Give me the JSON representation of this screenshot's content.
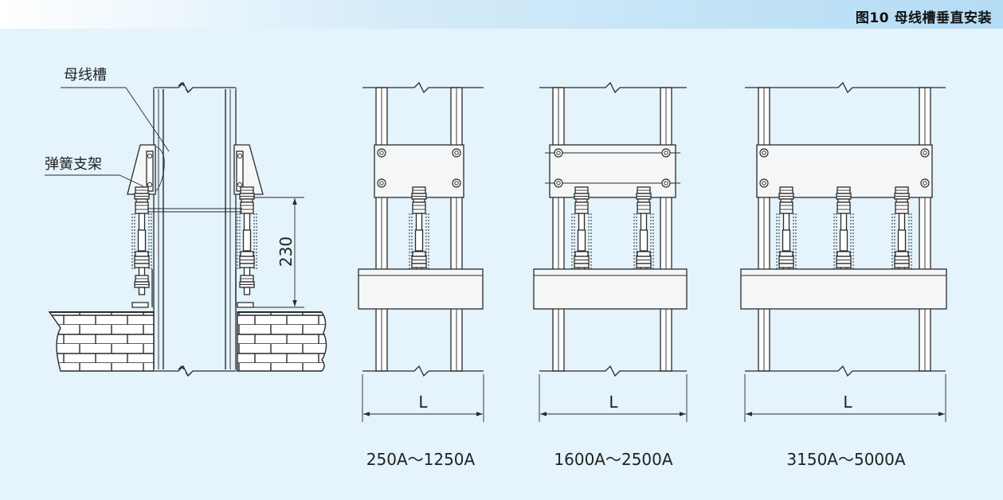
{
  "figure_title": "图10 母线槽垂直安装",
  "labels": {
    "busway": "母线槽",
    "spring_bracket": "弹簧支架",
    "dimension_230": "230"
  },
  "views": [
    {
      "dimension": "L",
      "range": "250A～1250A"
    },
    {
      "dimension": "L",
      "range": "1600A～2500A"
    },
    {
      "dimension": "L",
      "range": "3150A～5000A"
    }
  ]
}
